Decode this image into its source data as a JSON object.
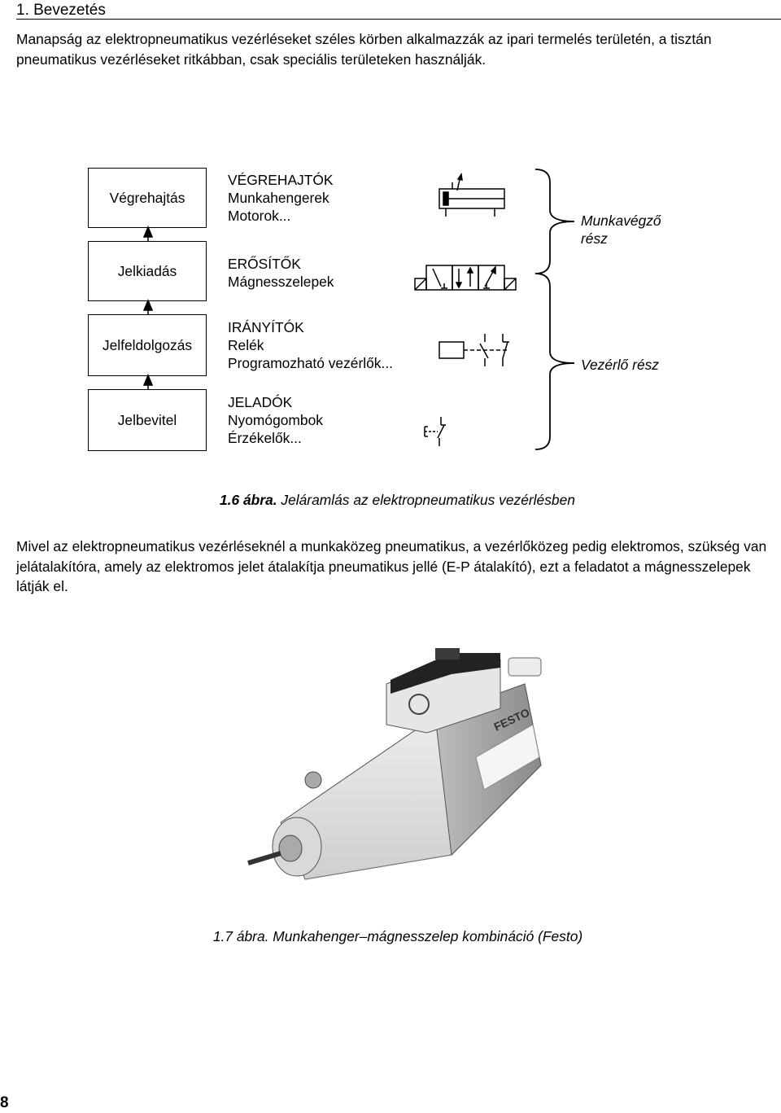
{
  "header": {
    "title": "1. Bevezetés"
  },
  "intro_paragraph": "Manapság az elektropneumatikus vezérléseket széles körben alkalmazzák az ipari termelés területén, a tisztán pneumatikus vezérléseket ritkábban, csak speciális területeken használják.",
  "figure_1_6": {
    "boxes": [
      "Végrehajtás",
      "Jelkiadás",
      "Jelfeldolgozás",
      "Jelbevitel"
    ],
    "categories": [
      {
        "title": "VÉGREHAJTÓK",
        "items": [
          "Munkahengerek",
          "Motorok..."
        ]
      },
      {
        "title": "ERŐSÍTŐK",
        "items": [
          "Mágnesszelepek"
        ]
      },
      {
        "title": "IRÁNYÍTÓK",
        "items": [
          "Relék",
          "Programozható vezérlők..."
        ]
      },
      {
        "title": "JELADÓK",
        "items": [
          "Nyomógombok",
          "Érzékelők..."
        ]
      }
    ],
    "brace_labels": {
      "upper_line1": "Munkavégző",
      "upper_line2": "rész",
      "lower": "Vezérlő rész"
    },
    "caption_number": "1.6 ábra.",
    "caption_text": " Jeláramlás az elektropneumatikus vezérlésben"
  },
  "body_paragraph": "Mivel az elektropneumatikus vezérléseknél a munkaközeg pneumatikus, a vezérlőközeg pedig elektromos, szükség van jelátalakítóra, amely az elektromos jelet átalakítja pneumatikus jellé (E-P átalakító), ezt a feladatot a mágnesszelepek látják el.",
  "figure_1_7": {
    "brand_label": "FESTO",
    "caption": "1.7 ábra. Munkahenger–mágnesszelep kombináció (Festo)"
  },
  "page_number": "8"
}
